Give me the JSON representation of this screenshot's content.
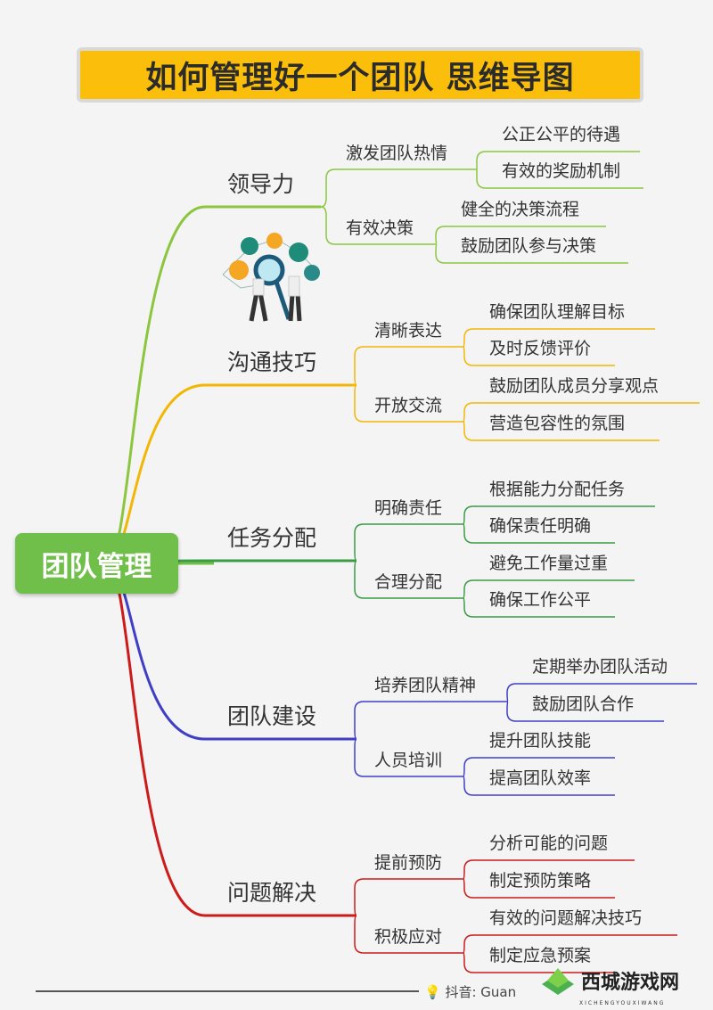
{
  "title": "如何管理好一个团队  思维导图",
  "center": "团队管理",
  "colors": {
    "title_bg": "#fbbf0b",
    "center_bg": "#6fbf4a"
  },
  "branches": [
    {
      "label": "领导力",
      "color": "#8cc63e",
      "subs": [
        {
          "label": "激发团队热情",
          "leaves": [
            "公正公平的待遇",
            "有效的奖励机制"
          ]
        },
        {
          "label": "有效决策",
          "leaves": [
            "健全的决策流程",
            "鼓励团队参与决策"
          ]
        }
      ]
    },
    {
      "label": "沟通技巧",
      "color": "#f2b705",
      "subs": [
        {
          "label": "清晰表达",
          "leaves": [
            "确保团队理解目标",
            "及时反馈评价"
          ]
        },
        {
          "label": "开放交流",
          "leaves": [
            "鼓励团队成员分享观点",
            "营造包容性的氛围"
          ]
        }
      ]
    },
    {
      "label": "任务分配",
      "color": "#3a9c45",
      "subs": [
        {
          "label": "明确责任",
          "leaves": [
            "根据能力分配任务",
            "确保责任明确"
          ]
        },
        {
          "label": "合理分配",
          "leaves": [
            "避免工作量过重",
            "确保工作公平"
          ]
        }
      ]
    },
    {
      "label": "团队建设",
      "color": "#3f3fc6",
      "subs": [
        {
          "label": "培养团队精神",
          "leaves": [
            "定期举办团队活动",
            "鼓励团队合作"
          ]
        },
        {
          "label": "人员培训",
          "leaves": [
            "提升团队技能",
            "提高团队效率"
          ]
        }
      ]
    },
    {
      "label": "问题解决",
      "color": "#cc1b1b",
      "subs": [
        {
          "label": "提前预防",
          "leaves": [
            "分析可能的问题",
            "制定预防策略"
          ]
        },
        {
          "label": "积极应对",
          "leaves": [
            "有效的问题解决技巧",
            "制定应急预案"
          ]
        }
      ]
    }
  ],
  "footer": {
    "text": "抖音: Guan",
    "icon": "lightbulb-icon"
  },
  "watermark": {
    "name": "西城游戏网",
    "sub": "XICHENGYOUXIWANG"
  }
}
